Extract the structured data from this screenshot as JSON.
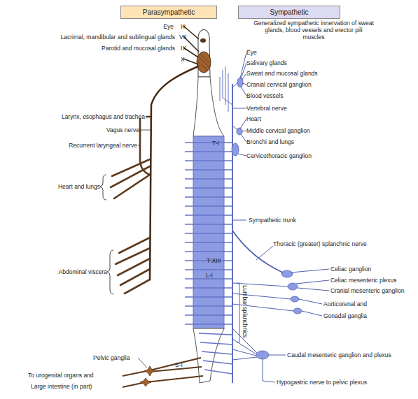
{
  "diagram": {
    "nodes": [
      {
        "text": [
          "Parasympathetic"
        ]
      },
      {
        "text": [
          "Sympathetic"
        ]
      }
    ],
    "labels": [
      "III",
      "VII",
      "IX",
      "X",
      "Eye",
      "Lacrimal, mandibular and sublingual glands",
      "Parotid and mucosal glands",
      "Generalized sympathetic innervation of sweat glands, blood vessels and erector pili muscles",
      "Eye",
      "Salivary glands",
      "Sweat and mucosal glands",
      "Cranial cervical ganglion",
      "Blood vessels",
      "Vertebral nerve",
      "Larynx, esophagus and trachea",
      "Heart",
      "Middle cervical ganglion",
      "Vagus nerve",
      "Bronchi and lungs",
      "T-I",
      "Recurrent laryngeal nerve",
      "Cervicothoracic ganglion",
      "Heart and lungs",
      "Sympathetic trunk",
      "Thoracic (greater) splanchnic nerve",
      "T-XIII",
      "Celiac ganglion",
      "Abdominal viscera",
      "L-I",
      "Celiac mesenteric plexus",
      "Cranial mesenteric ganglion",
      "Aorticorenal and",
      "Gonadal ganglia",
      "Lumbar splanchnics",
      "Caudal mesenteric ganglion and plexus",
      "Pelvic ganglia",
      "S-I",
      "To urogenital organs and",
      "Hypogastric nerve to pelvic plexus",
      "Large intestine (in part)"
    ]
  }
}
